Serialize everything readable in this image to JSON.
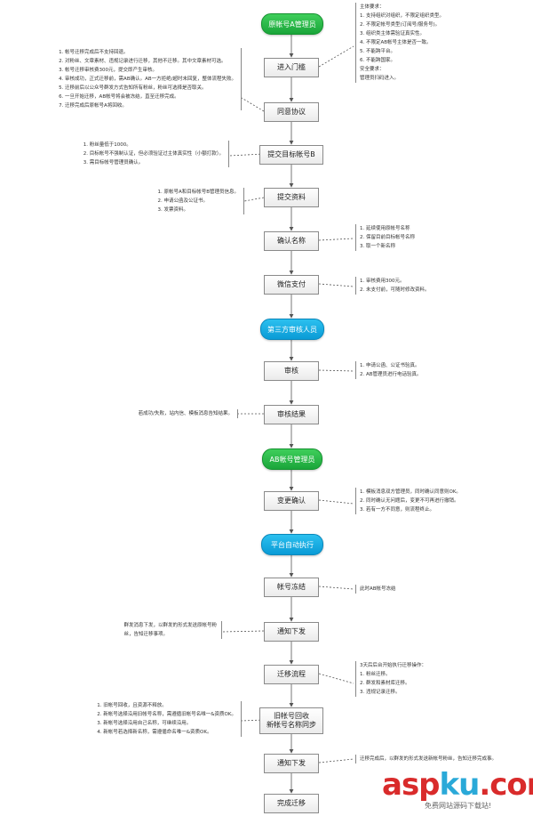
{
  "roles": {
    "original_admin": "原帐号A管理员",
    "third_party_reviewer": "第三方审核人员",
    "ab_admin": "AB帐号管理员",
    "platform_auto": "平台自动执行"
  },
  "steps": {
    "enter_portal": "进入门槛",
    "agree_protocol": "同意协议",
    "submit_target": "提交目标帐号B",
    "submit_materials": "提交资料",
    "confirm_name": "确认名称",
    "wechat_pay": "微信支付",
    "review": "审核",
    "review_result": "审核结果",
    "change_confirm": "变更确认",
    "account_freeze": "帐号冻结",
    "notify_1": "通知下发",
    "migration_process": "迁移流程",
    "old_account_recycle": [
      "旧帐号回收",
      "新帐号名称同步"
    ],
    "notify_2": "通知下发",
    "complete": "完成迁移"
  },
  "notes": {
    "subject_requirements": [
      "主体要求：",
      "1. 支持组织对组织，不限定组织类型。",
      "2. 不限定帐号类型(订阅号/服务号)。",
      "3. 组织类主体需验证真实性。",
      "4. 不限定AB帐号主体是否一致。",
      "5. 不能跨平台。",
      "6. 不能跨国家。",
      "安全要求：",
      "管理员扫码进入。"
    ],
    "agree_protocol": [
      "1. 帐号迁移完成后不支持回退。",
      "2. 对粉丝、文章素材、违规记录进行迁移，其他不迁移。其中文章素材可选。",
      "3. 帐号迁移审核费300元，提交即产生审核。",
      "4. 审核成功，正式迁移前，需AB确认。AB一方拒绝/超时未回复，整体流程失败。",
      "5. 迁移前后以公众号群发方式告知所有粉丝，粉丝可选择是否取关。",
      "6. 一旦开始迁移，AB帐号将会被冻结，直至迁移完成。",
      "7. 迁移完成后原帐号A将回收。"
    ],
    "submit_target": [
      "1. 粉丝量低于1000。",
      "2. 目标帐号不强制认证，但必须验证过主体真实性（小额打款）。",
      "3. 需目标帐号管理员确认。"
    ],
    "submit_materials": [
      "1. 原帐号A和目标帐号B管理员信息。",
      "2. 申请公函及公证书。",
      "3. 发票资料。"
    ],
    "confirm_name": [
      "1. 延续使用原帐号名称",
      "2. 保留目前目标帐号名称",
      "3. 取一个新名称"
    ],
    "wechat_pay": [
      "1. 审核费用300元。",
      "2. 未支付前，可随时修改资料。"
    ],
    "review": [
      "1. 申请公函、公证书验真。",
      "2. AB管理员进行电话验真。"
    ],
    "review_result": [
      "若成功/失败，站内信、模板消息告知结果。"
    ],
    "change_confirm": [
      "1. 模板消息双方管理员，同时确认同意则OK。",
      "2. 同时确认无问题后，变更不可再进行撤销。",
      "3. 若有一方不同意，则流程终止。"
    ],
    "account_freeze": [
      "此时AB帐号冻结"
    ],
    "notify_1": [
      "群发消息下发，以群发的形式发送原帐号粉",
      "丝，告知迁移事项。"
    ],
    "migration_process": [
      "3天后后台开始执行迁移操作：",
      "1. 粉丝迁移。",
      "2. 群发和素材库迁移。",
      "3. 违规记录迁移。"
    ],
    "old_account_recycle": [
      "1. 旧帐号回收，且资源不释放。",
      "2. 新帐号选择沿用旧帐号名称，需遵循旧帐号名唯一&资质OK。",
      "3. 新帐号选择沿用自己名称，可继续沿用。",
      "4. 新帐号若选择新名称，需遵循命名唯一&资质OK。"
    ],
    "notify_2": [
      "迁移完成后，以群发的形式发送新帐号粉丝，告知迁移完成事。"
    ]
  },
  "watermark": {
    "brand_prefix": "asp",
    "brand_highlight": "ku",
    "brand_suffix": ".com",
    "tagline": "免费网站源码下载站!"
  },
  "colors": {
    "role_green": "#1aa53a",
    "role_blue": "#0a9bd6",
    "watermark_red": "#d92b2b",
    "watermark_blue": "#2aa9d8"
  }
}
